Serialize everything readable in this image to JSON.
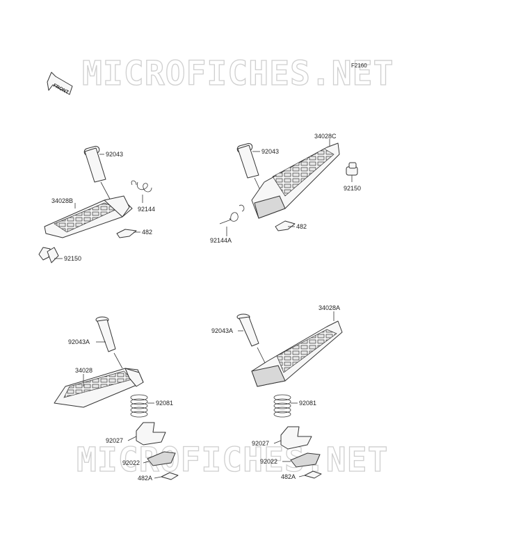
{
  "diagram_code": "F2160",
  "front_label": "FRONT",
  "watermark": "MICROFICHES.NET",
  "colors": {
    "line": "#333333",
    "watermark": "#cfcfcf",
    "background": "#ffffff"
  },
  "assemblies": {
    "top_left": {
      "pin": "92043",
      "footpeg": "34028B",
      "spring": "92144",
      "clip": "482",
      "bolt": "92150"
    },
    "top_right": {
      "pin": "92043",
      "footpeg": "34028C",
      "bolt": "92150",
      "spring": "92144A",
      "clip": "482"
    },
    "bottom_left": {
      "pin": "92043A",
      "footpeg": "34028",
      "spring": "92081",
      "holder": "92027",
      "plate": "92022",
      "clip": "482A"
    },
    "bottom_right": {
      "pin": "92043A",
      "footpeg": "34028A",
      "spring": "92081",
      "holder": "92027",
      "plate": "92022",
      "clip": "482A"
    }
  }
}
